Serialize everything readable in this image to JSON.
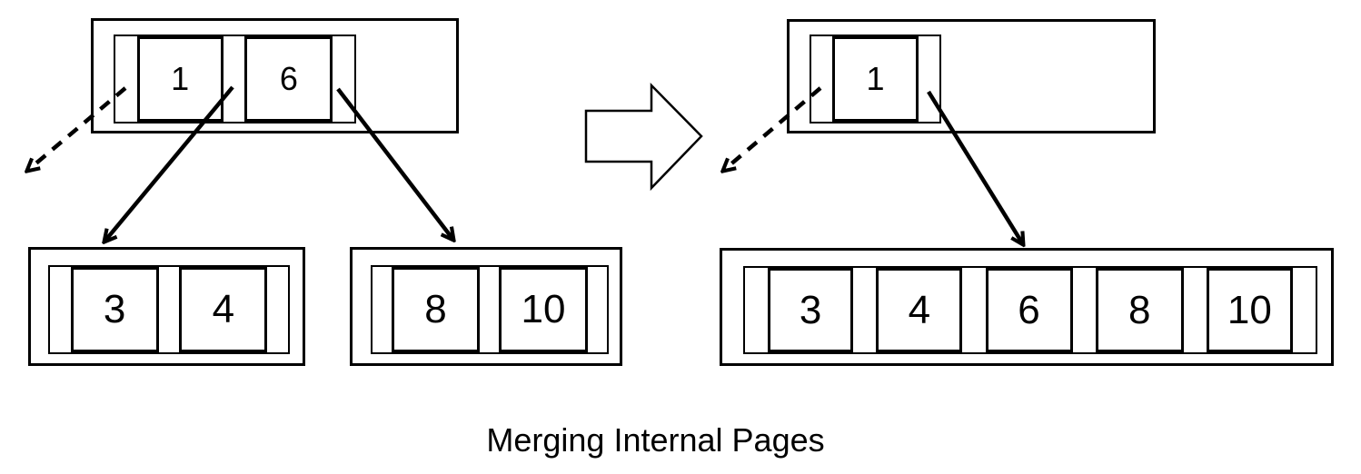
{
  "caption": "Merging Internal Pages",
  "colors": {
    "line": "#000000",
    "background": "#ffffff"
  },
  "before": {
    "root_keys": [
      "1",
      "6"
    ],
    "left_leaf_keys": [
      "3",
      "4"
    ],
    "right_leaf_keys": [
      "8",
      "10"
    ]
  },
  "after": {
    "root_keys": [
      "1"
    ],
    "merged_leaf_keys": [
      "3",
      "4",
      "6",
      "8",
      "10"
    ]
  },
  "icons": {
    "transition": "block-arrow-right",
    "child_pointer": "solid-arrow",
    "sibling_pointer": "dashed-arrow"
  }
}
